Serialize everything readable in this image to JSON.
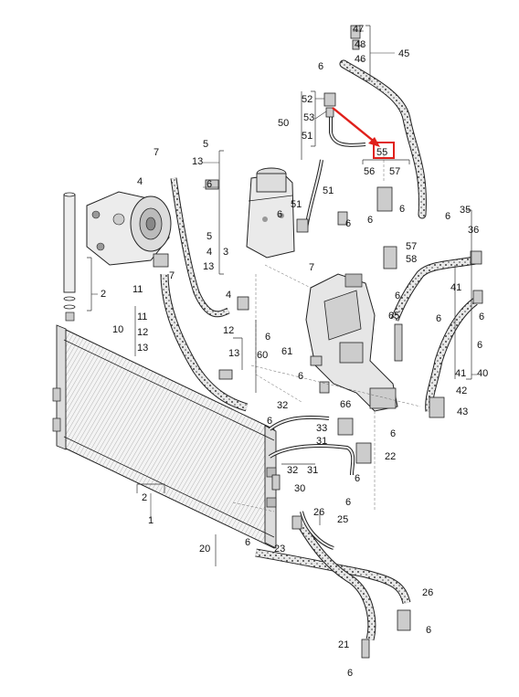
{
  "diagram": {
    "callouts": [
      "1",
      "2",
      "3",
      "4",
      "5",
      "6",
      "7",
      "10",
      "11",
      "12",
      "13",
      "20",
      "21",
      "22",
      "23",
      "25",
      "26",
      "30",
      "31",
      "32",
      "33",
      "35",
      "36",
      "40",
      "41",
      "42",
      "43",
      "45",
      "46",
      "47",
      "48",
      "50",
      "51",
      "52",
      "53",
      "55",
      "56",
      "57",
      "58",
      "60",
      "61",
      "65",
      "66"
    ],
    "highlighted_callout": "55",
    "highlight_color": "#e0201b",
    "line_color": "#222222",
    "part_fill": "#f2f2f2",
    "shade_color": "#c9c9c9"
  }
}
